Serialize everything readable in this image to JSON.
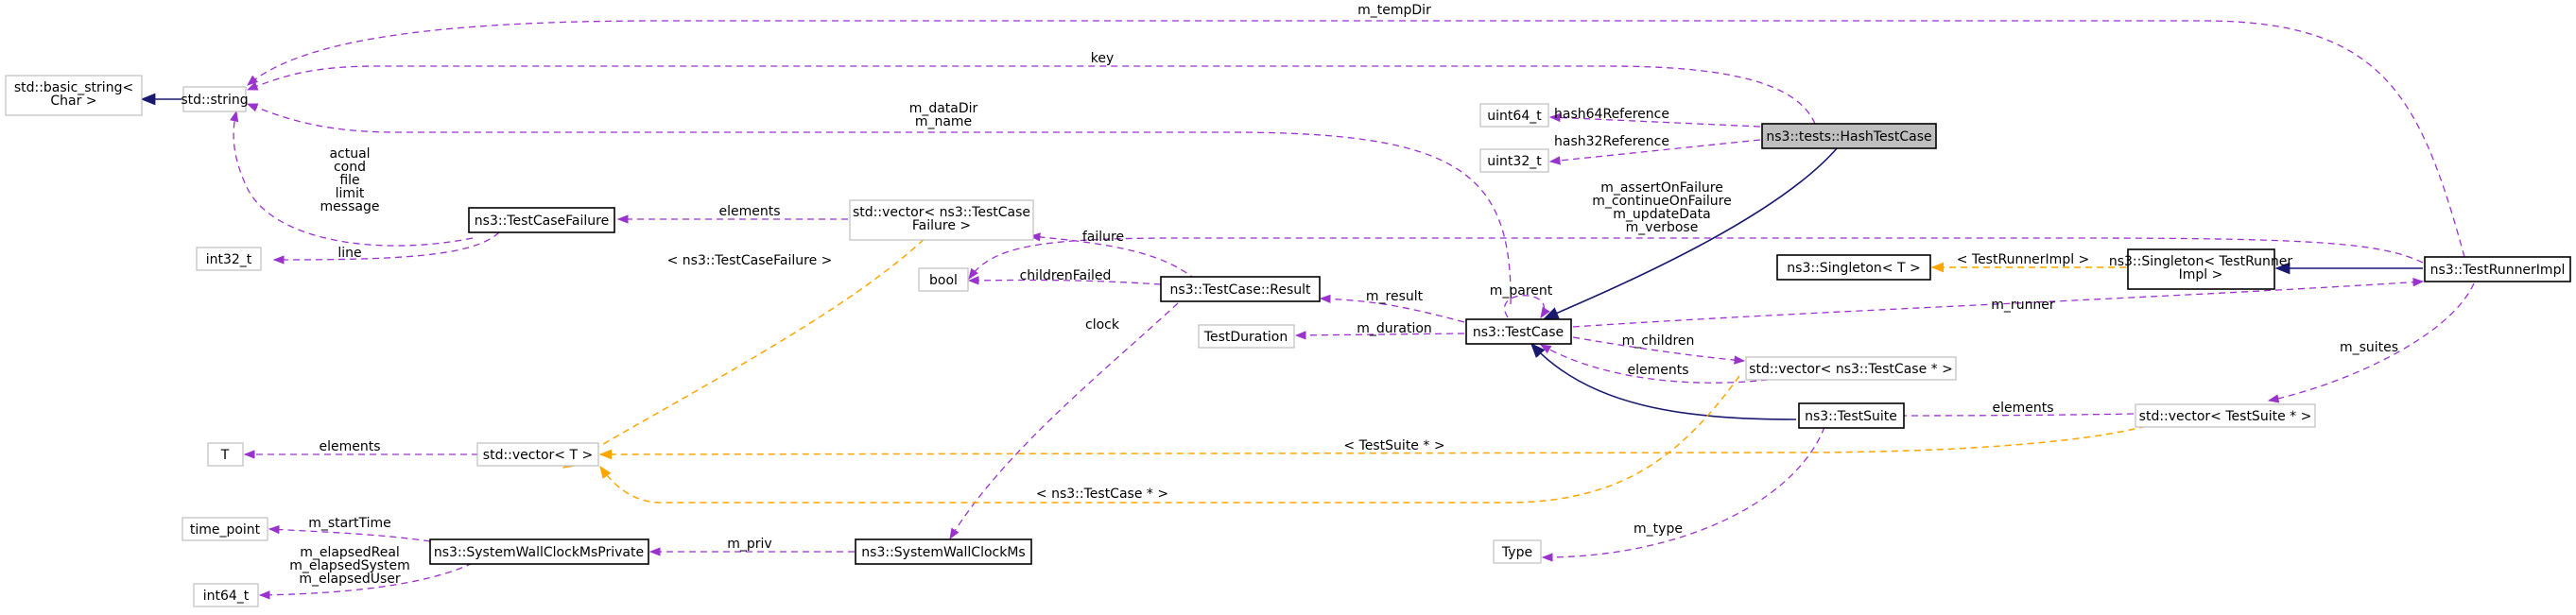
{
  "colors": {
    "usage": "#9a32cd",
    "inheritance": "#191970",
    "template": "#ffa500",
    "highlight_fill": "#bfbfbf"
  },
  "nodes": {
    "basic_string": [
      "std::basic_string<",
      "Char >"
    ],
    "string": [
      "std::string"
    ],
    "uint64": [
      "uint64_t"
    ],
    "uint32": [
      "uint32_t"
    ],
    "hash_test_case": [
      "ns3::tests::HashTestCase"
    ],
    "test_case_failure": [
      "ns3::TestCaseFailure"
    ],
    "int32": [
      "int32_t"
    ],
    "vector_failure": [
      "std::vector< ns3::TestCase",
      "Failure >"
    ],
    "bool": [
      "bool"
    ],
    "result": [
      "ns3::TestCase::Result"
    ],
    "singleton_t": [
      "ns3::Singleton< T >"
    ],
    "singleton_runner": [
      "ns3::Singleton< TestRunner",
      "Impl >"
    ],
    "test_runner_impl": [
      "ns3::TestRunnerImpl"
    ],
    "test_duration": [
      "TestDuration"
    ],
    "test_case": [
      "ns3::TestCase"
    ],
    "vector_testcase_ptr": [
      "std::vector< ns3::TestCase * >"
    ],
    "t": [
      "T"
    ],
    "vector_t": [
      "std::vector< T >"
    ],
    "test_suite": [
      "ns3::TestSuite"
    ],
    "vector_testsuite_ptr": [
      "std::vector< TestSuite * >"
    ],
    "time_point": [
      "time_point"
    ],
    "wallclock_private": [
      "ns3::SystemWallClockMsPrivate"
    ],
    "wallclock": [
      "ns3::SystemWallClockMs"
    ],
    "int64": [
      "int64_t"
    ],
    "type": [
      "Type"
    ]
  },
  "edge_labels": {
    "m_tempDir": [
      "m_tempDir"
    ],
    "key": [
      "key"
    ],
    "m_dataDir": [
      "m_dataDir",
      "m_name"
    ],
    "hash64": [
      "hash64Reference"
    ],
    "hash32": [
      "hash32Reference"
    ],
    "failure_fields": [
      "actual",
      "cond",
      "file",
      "limit",
      "message"
    ],
    "line": [
      "line"
    ],
    "elements_failure": [
      "elements"
    ],
    "runner_flags": [
      "m_assertOnFailure",
      "m_continueOnFailure",
      "m_updateData",
      "m_verbose"
    ],
    "failure": [
      "failure"
    ],
    "childrenFailed": [
      "childrenFailed"
    ],
    "tmpl_testcasefailure": [
      "< ns3::TestCaseFailure >"
    ],
    "tmpl_testrunnerimpl": [
      "< TestRunnerImpl >"
    ],
    "m_parent": [
      "m_parent"
    ],
    "m_result": [
      "m_result"
    ],
    "clock": [
      "clock"
    ],
    "m_runner": [
      "m_runner"
    ],
    "m_duration": [
      "m_duration"
    ],
    "m_children": [
      "m_children"
    ],
    "elements_children": [
      "elements"
    ],
    "m_suites": [
      "m_suites"
    ],
    "elements_t": [
      "elements"
    ],
    "elements_suites": [
      "elements"
    ],
    "tmpl_testsuite": [
      "< TestSuite * >"
    ],
    "tmpl_testcase": [
      "< ns3::TestCase * >"
    ],
    "m_startTime": [
      "m_startTime"
    ],
    "m_priv": [
      "m_priv"
    ],
    "m_elapsed": [
      "m_elapsedReal",
      "m_elapsedSystem",
      "m_elapsedUser"
    ],
    "m_type": [
      "m_type"
    ]
  }
}
